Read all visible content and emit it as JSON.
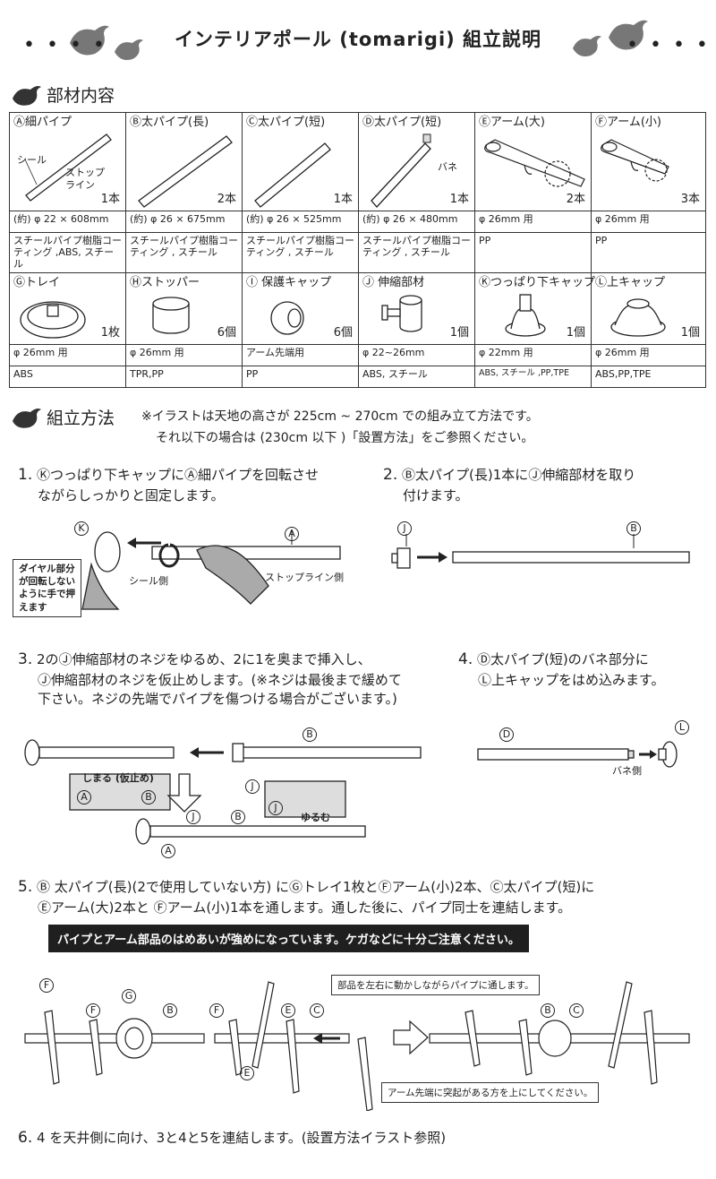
{
  "header": {
    "title": "インテリアポール (tomarigi)  組立説明",
    "dots_left": "• • • •",
    "dots_right": "• • • •"
  },
  "parts_section": {
    "heading": "部材内容"
  },
  "parts_row1": [
    {
      "name": "Ⓐ細パイプ",
      "qty": "1本",
      "dim": "(約) φ 22 × 608mm",
      "material": "スチールパイプ樹脂コーティング ,ABS, スチール",
      "notes": [
        "シール",
        "ストップ",
        "ライン"
      ]
    },
    {
      "name": "Ⓑ太パイプ(長)",
      "qty": "2本",
      "dim": "(約) φ 26 × 675mm",
      "material": "スチールパイプ樹脂コーティング , スチール"
    },
    {
      "name": "Ⓒ太パイプ(短)",
      "qty": "1本",
      "dim": "(約) φ 26 × 525mm",
      "material": "スチールパイプ樹脂コーティング , スチール"
    },
    {
      "name": "Ⓓ太パイプ(短)",
      "qty": "1本",
      "dim": "(約) φ 26 × 480mm",
      "material": "スチールパイプ樹脂コーティング , スチール",
      "notes": [
        "バネ"
      ]
    },
    {
      "name": "Ⓔアーム(大)",
      "qty": "2本",
      "dim": "φ 26mm 用",
      "material": "PP"
    },
    {
      "name": "Ⓕアーム(小)",
      "qty": "3本",
      "dim": "φ 26mm 用",
      "material": "PP"
    }
  ],
  "parts_row2": [
    {
      "name": "Ⓖトレイ",
      "qty": "1枚",
      "dim": "φ 26mm 用",
      "material": "ABS"
    },
    {
      "name": "Ⓗストッパー",
      "qty": "6個",
      "dim": "φ 26mm 用",
      "material": "TPR,PP"
    },
    {
      "name": "Ⓘ 保護キャップ",
      "qty": "6個",
      "dim": "アーム先端用",
      "material": "PP"
    },
    {
      "name": "Ⓙ 伸縮部材",
      "qty": "1個",
      "dim": "φ 22~26mm",
      "material": "ABS, スチール"
    },
    {
      "name": "Ⓚつっぱり下キャップ",
      "qty": "1個",
      "dim": "φ 22mm 用",
      "material": "ABS, スチール ,PP,TPE"
    },
    {
      "name": "Ⓛ上キャップ",
      "qty": "1個",
      "dim": "φ 26mm 用",
      "material": "ABS,PP,TPE"
    }
  ],
  "method_section": {
    "heading": "組立方法",
    "note1": "※イラストは天地の高さが 225cm ~ 270cm での組み立て方法です。",
    "note2": "それ以下の場合は (230cm 以下 )「設置方法」をご参照ください。"
  },
  "steps": {
    "s1": {
      "num": "1.",
      "line1": "Ⓚつっぱり下キャップにⒶ細パイプを回転させ",
      "line2": "ながらしっかりと固定します。",
      "box": [
        "ダイヤル部分",
        "が回転しない",
        "ように手で押",
        "えます"
      ],
      "lbl_seal": "シール側",
      "lbl_stop": "ストップライン側",
      "k": "K",
      "a": "A"
    },
    "s2": {
      "num": "2.",
      "line1": "Ⓑ太パイプ(長)1本にⒿ伸縮部材を取り",
      "line2": "付けます。",
      "j": "J",
      "b": "B"
    },
    "s3": {
      "num": "3.",
      "line1": "2のⒿ伸縮部材のネジをゆるめ、2に1を奥まで挿入し、",
      "line2": "Ⓙ伸縮部材のネジを仮止めします。(※ネジは最後まで緩めて",
      "line3": "下さい。ネジの先端でパイプを傷つける場合がございます。)",
      "shimaru": "しまる (仮止め)",
      "yurumu": "ゆるむ",
      "a": "A",
      "b": "B",
      "j": "J"
    },
    "s4": {
      "num": "4.",
      "line1": "Ⓓ太パイプ(短)のバネ部分に",
      "line2": "Ⓛ上キャップをはめ込みます。",
      "bane": "バネ側",
      "d": "D",
      "l": "L"
    },
    "s5": {
      "num": "5.",
      "line1": "Ⓑ 太パイプ(長)(2で使用していない方) にⒼトレイ1枚とⒻアーム(小)2本、Ⓒ太パイプ(短)に",
      "line2": "Ⓔアーム(大)2本と Ⓕアーム(小)1本を通します。通した後に、パイプ同士を連結します。",
      "warning": "パイプとアーム部品のはめあいが強めになっています。ケガなどに十分ご注意ください。",
      "box1": "部品を左右に動かしながらパイプに通します。",
      "box2": "アーム先端に突起がある方を上にしてください。",
      "f": "F",
      "g": "G",
      "b": "B",
      "c": "C",
      "e": "E"
    },
    "s6": {
      "num": "6.",
      "line1": "4 を天井側に向け、3と4と5を連結します。(設置方法イラスト参照)"
    }
  }
}
